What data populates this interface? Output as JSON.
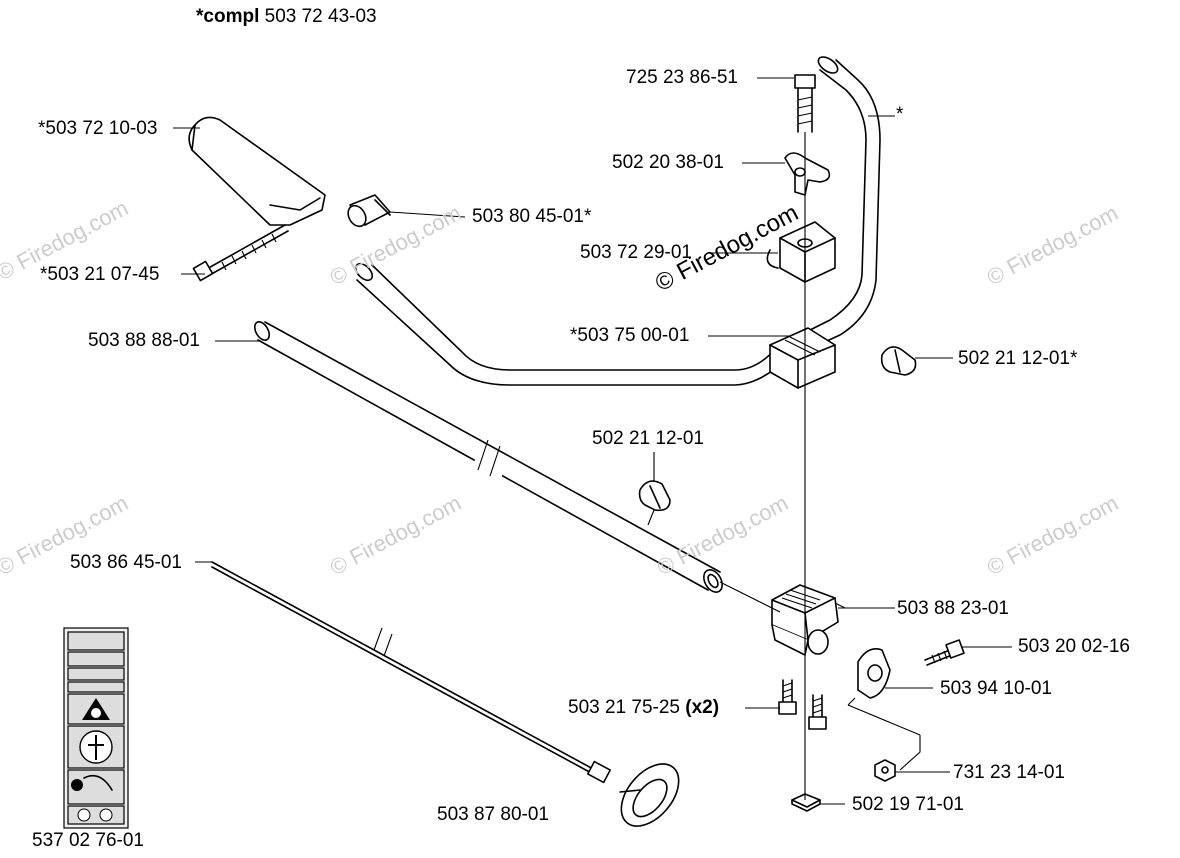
{
  "header": {
    "prefix": "*compl",
    "part": "503 72 43-03"
  },
  "parts": {
    "p1": "725 23 86-51",
    "p2": "*503 72 10-03",
    "p3": "502 20 38-01",
    "p4": "503 80 45-01*",
    "p5": "503 72 29-01",
    "p6": "*503 21 07-45",
    "p7": "503 88 88-01",
    "p8": "*503 75 00-01",
    "p9": "502 21 12-01*",
    "p10": "502 21 12-01",
    "p11": "503 86 45-01",
    "p12": "503 88 23-01",
    "p13": "503 20 02-16",
    "p14": "503 94 10-01",
    "p15": "503 21 75-25",
    "p15_qty": "(x2)",
    "p16": "731 23 14-01",
    "p17": "502 19 71-01",
    "p18": "537 02 76-01",
    "p19": "503 87 80-01",
    "star": "*"
  },
  "watermark": {
    "text": "© Firedog.com"
  },
  "colors": {
    "line": "#000000",
    "watermark": "#cccccc",
    "background": "#ffffff"
  }
}
